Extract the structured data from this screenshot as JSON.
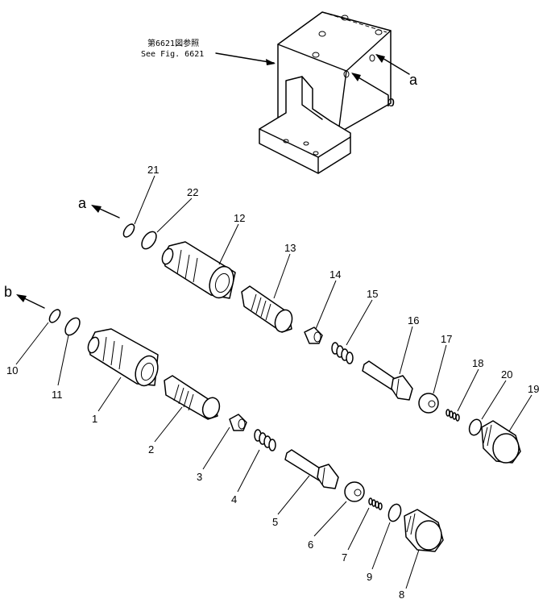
{
  "reference": {
    "line1": "第6621図参照",
    "line2": "See Fig. 6621"
  },
  "ports": {
    "a": "a",
    "b": "b"
  },
  "parts": {
    "p1": "1",
    "p2": "2",
    "p3": "3",
    "p4": "4",
    "p5": "5",
    "p6": "6",
    "p7": "7",
    "p8": "8",
    "p9": "9",
    "p10": "10",
    "p11": "11",
    "p12": "12",
    "p13": "13",
    "p14": "14",
    "p15": "15",
    "p16": "16",
    "p17": "17",
    "p18": "18",
    "p19": "19",
    "p20": "20",
    "p21": "21",
    "p22": "22"
  }
}
